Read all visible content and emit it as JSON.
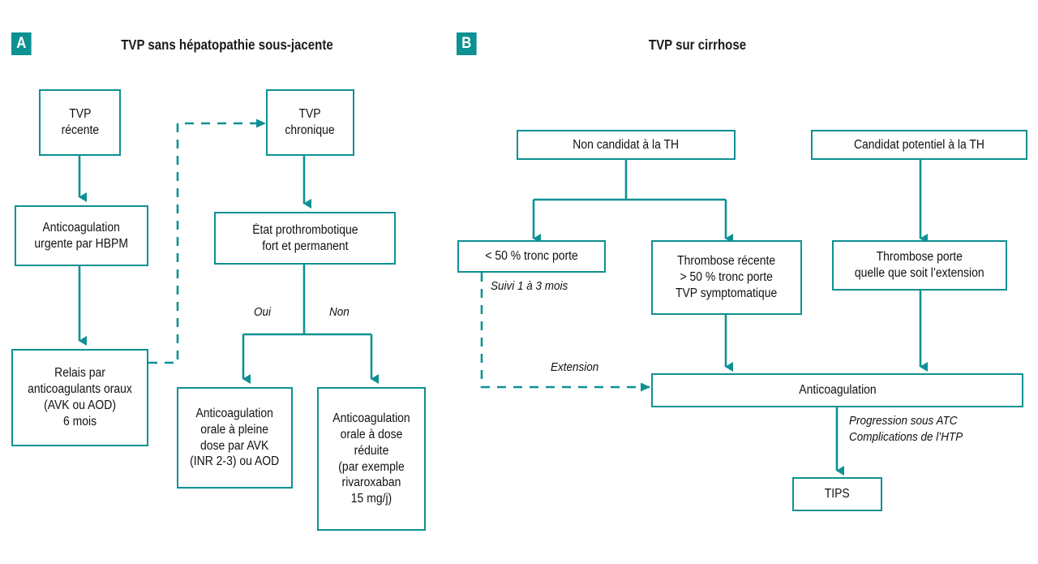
{
  "figure": {
    "type": "flowchart",
    "accent_color": "#0d9193",
    "text_color": "#111111",
    "background": "#ffffff",
    "language": "fr"
  },
  "panels": [
    {
      "id": "A",
      "badge": "A",
      "title": "TVP sans hépatopathie sous-jacente",
      "nodes": [
        {
          "id": "a_tvp_recente",
          "label": "TVP\nrécente"
        },
        {
          "id": "a_anticoag_hbpm",
          "label": "Anticoagulation\nurgente par HBPM"
        },
        {
          "id": "a_relais",
          "label": "Relais par\nanticoagulants oraux\n(AVK ou AOD)\n6 mois"
        },
        {
          "id": "a_tvp_chronique",
          "label": "TVP\nchronique"
        },
        {
          "id": "a_etat_prothrom",
          "label": "État prothrombotique\nfort et permanent"
        },
        {
          "id": "a_pleine_dose",
          "label": "Anticoagulation\norale à pleine\ndose par AVK\n(INR 2-3) ou AOD"
        },
        {
          "id": "a_dose_reduite",
          "label": "Anticoagulation\norale à dose\nréduite\n(par exemple\nrivaroxaban\n15 mg/j)"
        }
      ],
      "edge_labels": [
        {
          "id": "a_oui",
          "text": "Oui"
        },
        {
          "id": "a_non",
          "text": "Non"
        }
      ]
    },
    {
      "id": "B",
      "badge": "B",
      "title": "TVP sur cirrhose",
      "nodes": [
        {
          "id": "b_non_candidat",
          "label": "Non candidat à la TH"
        },
        {
          "id": "b_candidat_pot",
          "label": "Candidat potentiel à la TH"
        },
        {
          "id": "b_moins50",
          "label": "< 50 % tronc porte"
        },
        {
          "id": "b_thrombose_rec",
          "label": "Thrombose récente\n> 50 % tronc porte\nTVP symptomatique"
        },
        {
          "id": "b_thrombose_porte",
          "label": "Thrombose porte\nquelle que soit l’extension"
        },
        {
          "id": "b_anticoagulation",
          "label": "Anticoagulation"
        },
        {
          "id": "b_tips",
          "label": "TIPS"
        }
      ],
      "edge_labels": [
        {
          "id": "b_suivi",
          "text": "Suivi 1 à 3 mois"
        },
        {
          "id": "b_extension",
          "text": "Extension"
        },
        {
          "id": "b_progression",
          "text": "Progression sous ATC\nComplications de l’HTP"
        }
      ]
    }
  ]
}
